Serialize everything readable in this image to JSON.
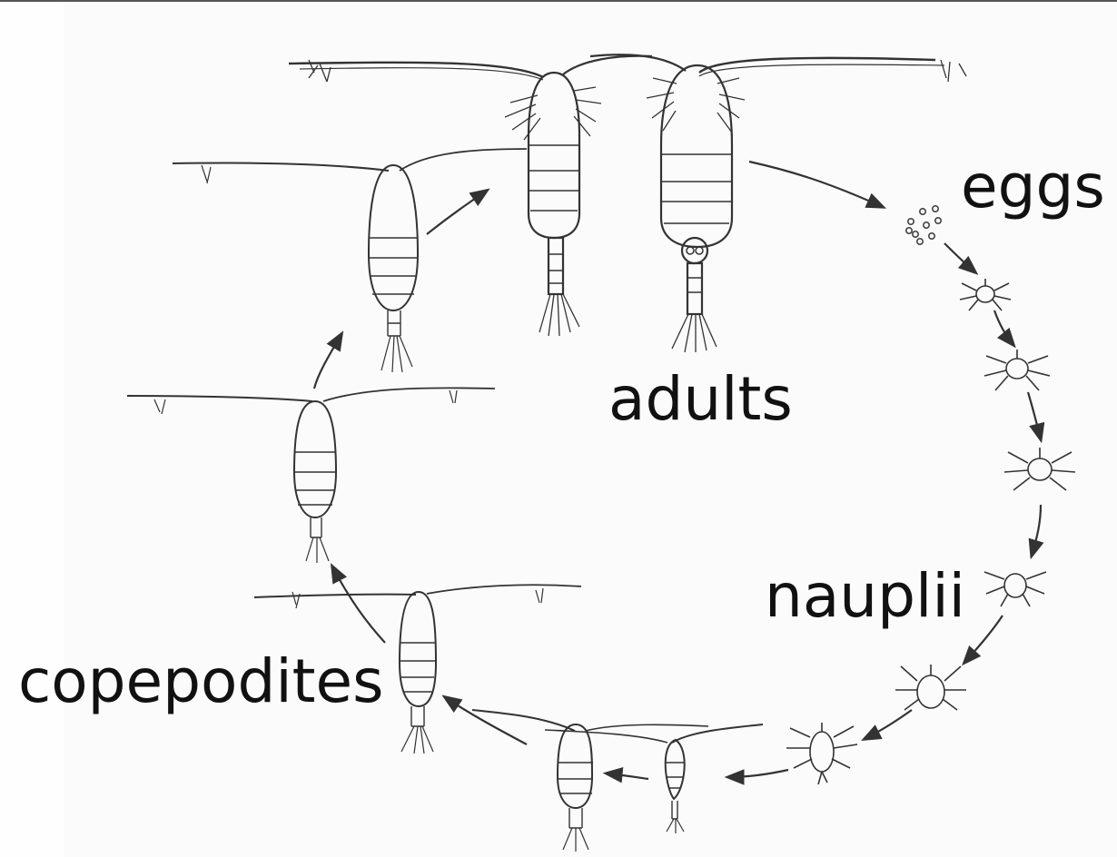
{
  "diagram": {
    "labels": {
      "eggs": "eggs",
      "adults": "adults",
      "nauplii": "nauplii",
      "copepodites": "copepodites"
    },
    "stages": [
      {
        "group": "eggs",
        "count": 1
      },
      {
        "group": "nauplii",
        "count": 6
      },
      {
        "group": "copepodites",
        "count": 5
      },
      {
        "group": "adults",
        "count": 2
      }
    ],
    "colors": {
      "ink": "#333333",
      "background": "#fbfbfb",
      "text": "#111111"
    }
  }
}
